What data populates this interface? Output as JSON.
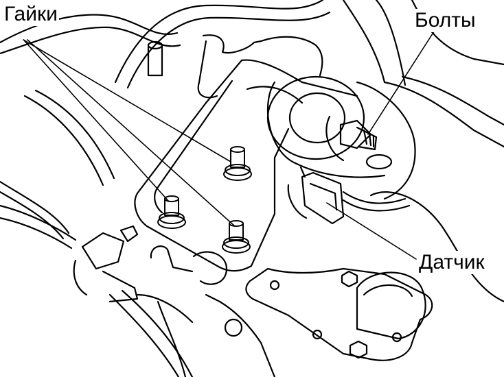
{
  "labels": {
    "nuts": "Гайки",
    "bolts": "Болты",
    "sensor": "Датчик"
  },
  "colors": {
    "ink": "#000000",
    "paper": "#ffffff"
  }
}
